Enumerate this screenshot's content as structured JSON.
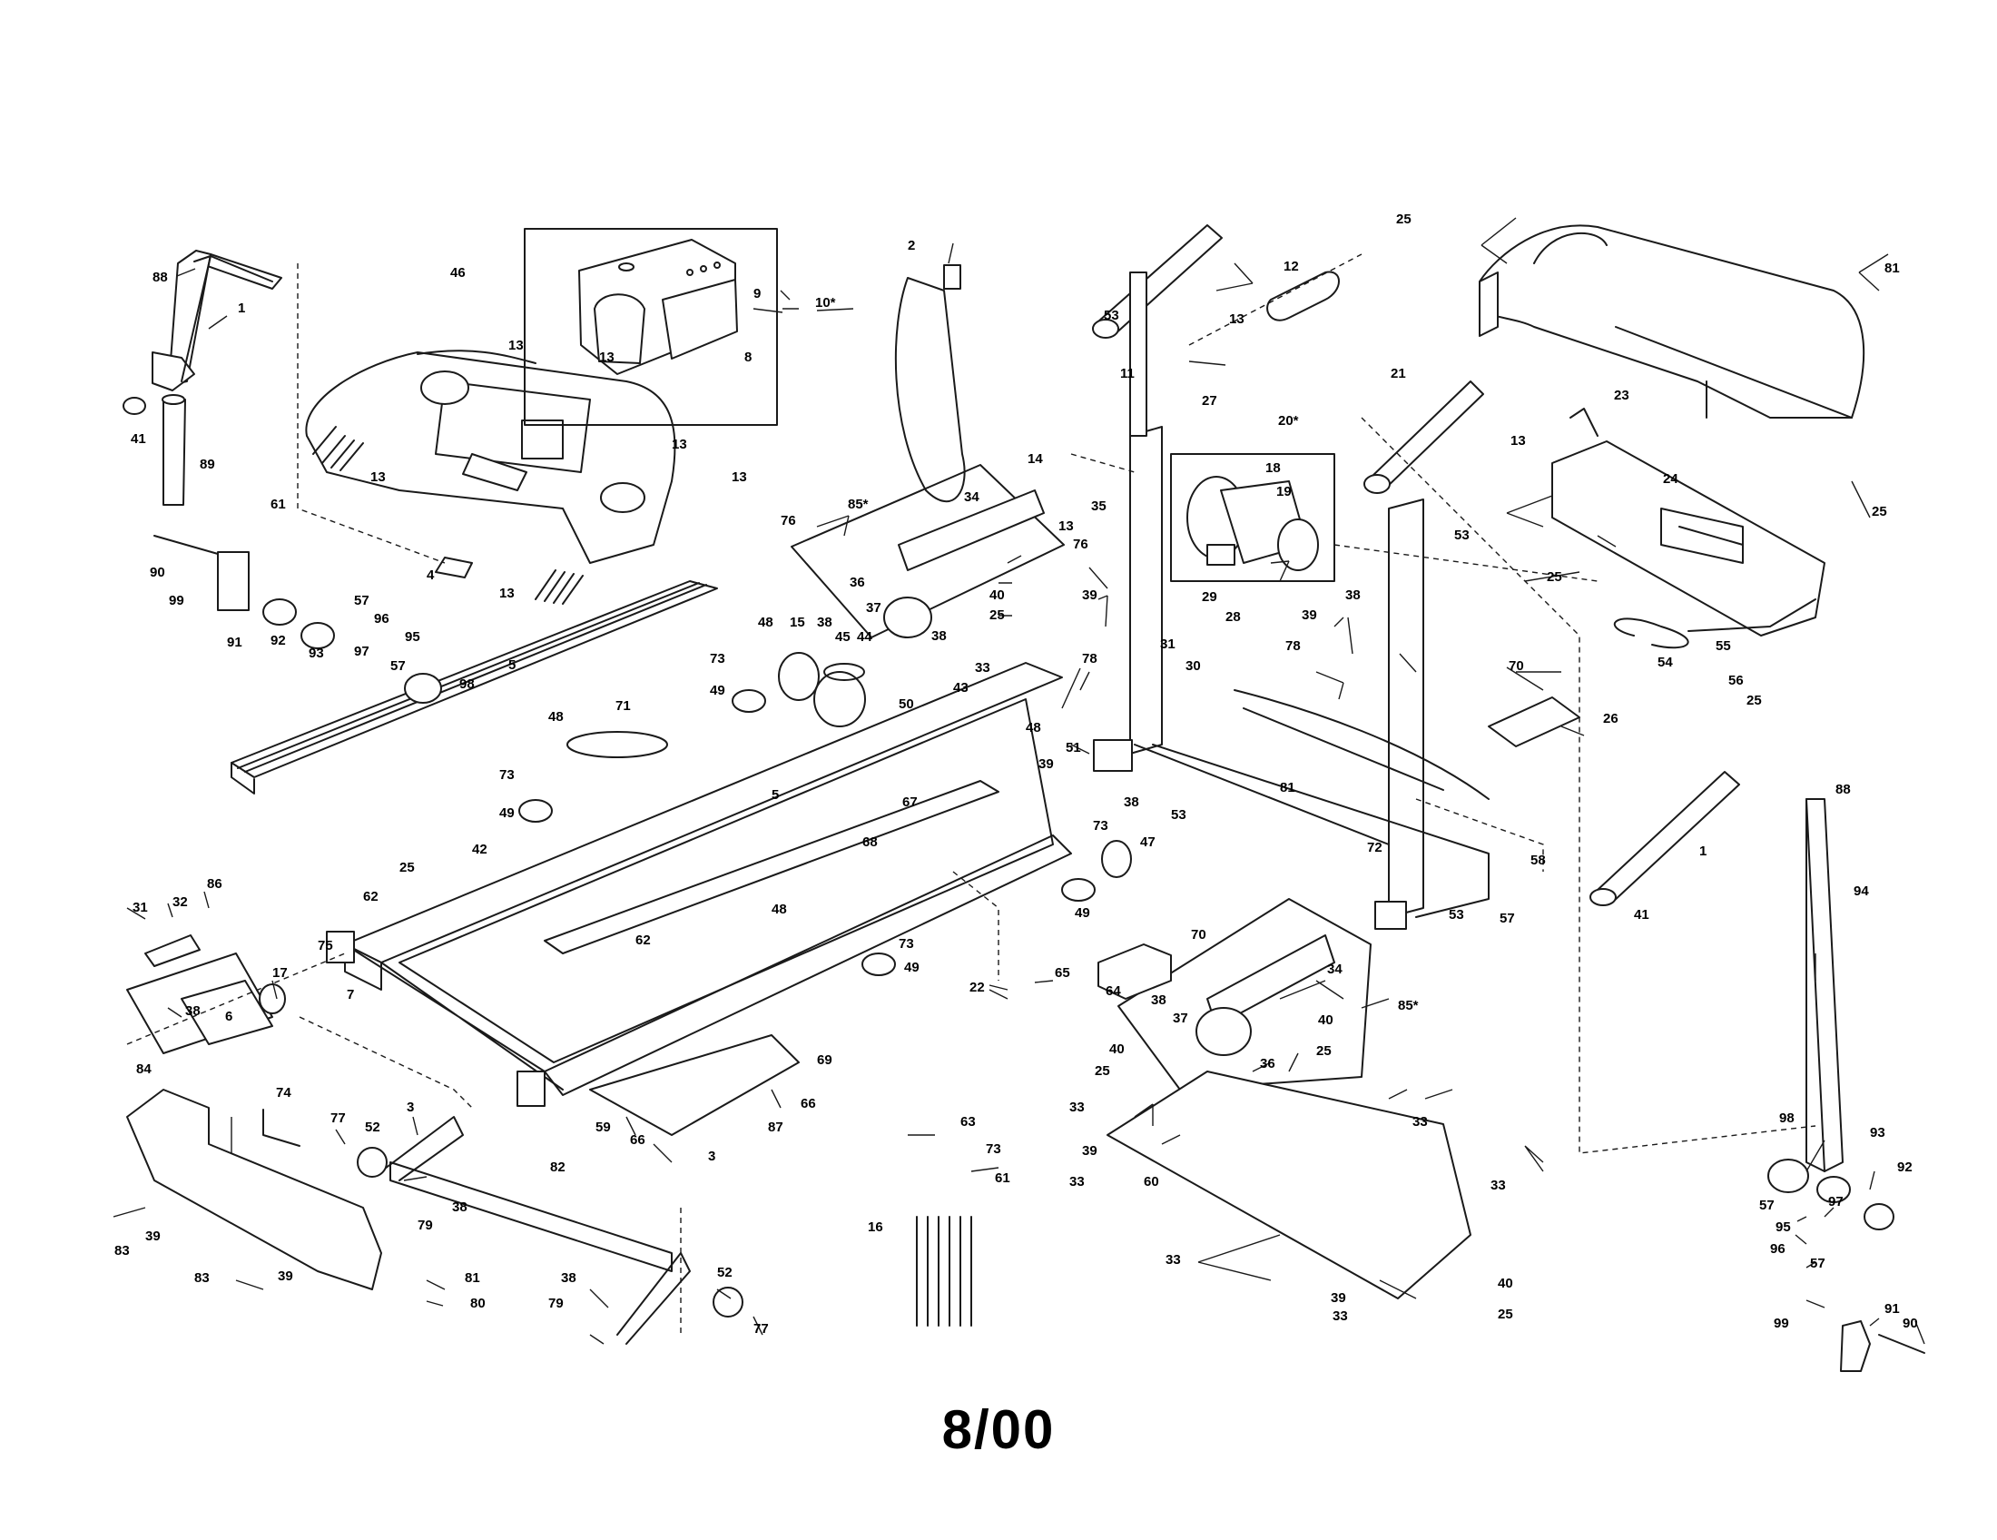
{
  "diagram_code": "8/00",
  "callouts": [
    {
      "id": "c-88a",
      "text": "88"
    },
    {
      "id": "c-1a",
      "text": "1"
    },
    {
      "id": "c-41a",
      "text": "41"
    },
    {
      "id": "c-89",
      "text": "89"
    },
    {
      "id": "c-46",
      "text": "46"
    },
    {
      "id": "c-13a",
      "text": "13"
    },
    {
      "id": "c-13b",
      "text": "13"
    },
    {
      "id": "c-13c",
      "text": "13"
    },
    {
      "id": "c-13d",
      "text": "13"
    },
    {
      "id": "c-13e",
      "text": "13"
    },
    {
      "id": "c-61a",
      "text": "61"
    },
    {
      "id": "c-4",
      "text": "4"
    },
    {
      "id": "c-9",
      "text": "9"
    },
    {
      "id": "c-8",
      "text": "8"
    },
    {
      "id": "c-10",
      "text": "10*"
    },
    {
      "id": "c-2",
      "text": "2"
    },
    {
      "id": "c-90a",
      "text": "90"
    },
    {
      "id": "c-99a",
      "text": "99"
    },
    {
      "id": "c-91a",
      "text": "91"
    },
    {
      "id": "c-92a",
      "text": "92"
    },
    {
      "id": "c-93a",
      "text": "93"
    },
    {
      "id": "c-57a",
      "text": "57"
    },
    {
      "id": "c-96a",
      "text": "96"
    },
    {
      "id": "c-95a",
      "text": "95"
    },
    {
      "id": "c-97a",
      "text": "97"
    },
    {
      "id": "c-57b",
      "text": "57"
    },
    {
      "id": "c-98a",
      "text": "98"
    },
    {
      "id": "c-5a",
      "text": "5"
    },
    {
      "id": "c-71",
      "text": "71"
    },
    {
      "id": "c-76a",
      "text": "76"
    },
    {
      "id": "c-13f",
      "text": "13"
    },
    {
      "id": "c-85a",
      "text": "85*"
    },
    {
      "id": "c-34a",
      "text": "34"
    },
    {
      "id": "c-36a",
      "text": "36"
    },
    {
      "id": "c-37a",
      "text": "37"
    },
    {
      "id": "c-38a",
      "text": "38"
    },
    {
      "id": "c-40a",
      "text": "40"
    },
    {
      "id": "c-25a",
      "text": "25"
    },
    {
      "id": "c-14",
      "text": "14"
    },
    {
      "id": "c-35",
      "text": "35"
    },
    {
      "id": "c-13g",
      "text": "13"
    },
    {
      "id": "c-76b",
      "text": "76"
    },
    {
      "id": "c-39a",
      "text": "39"
    },
    {
      "id": "c-78a",
      "text": "78"
    },
    {
      "id": "c-48a",
      "text": "48"
    },
    {
      "id": "c-15",
      "text": "15"
    },
    {
      "id": "c-38b",
      "text": "38"
    },
    {
      "id": "c-45",
      "text": "45"
    },
    {
      "id": "c-44",
      "text": "44"
    },
    {
      "id": "c-73a",
      "text": "73"
    },
    {
      "id": "c-49a",
      "text": "49"
    },
    {
      "id": "c-50",
      "text": "50"
    },
    {
      "id": "c-33a",
      "text": "33"
    },
    {
      "id": "c-43",
      "text": "43"
    },
    {
      "id": "c-48b",
      "text": "48"
    },
    {
      "id": "c-73b",
      "text": "73"
    },
    {
      "id": "c-49b",
      "text": "49"
    },
    {
      "id": "c-5b",
      "text": "5"
    },
    {
      "id": "c-67",
      "text": "67"
    },
    {
      "id": "c-68",
      "text": "68"
    },
    {
      "id": "c-48c",
      "text": "48"
    },
    {
      "id": "c-42",
      "text": "42"
    },
    {
      "id": "c-25b",
      "text": "25"
    },
    {
      "id": "c-62a",
      "text": "62"
    },
    {
      "id": "c-75",
      "text": "75"
    },
    {
      "id": "c-7",
      "text": "7"
    },
    {
      "id": "c-62b",
      "text": "62"
    },
    {
      "id": "c-48d",
      "text": "48"
    },
    {
      "id": "c-39b",
      "text": "39"
    },
    {
      "id": "c-51",
      "text": "51"
    },
    {
      "id": "c-38c",
      "text": "38"
    },
    {
      "id": "c-53a",
      "text": "53"
    },
    {
      "id": "c-47",
      "text": "47"
    },
    {
      "id": "c-73c",
      "text": "73"
    },
    {
      "id": "c-49c",
      "text": "49"
    },
    {
      "id": "c-73d",
      "text": "73"
    },
    {
      "id": "c-49d",
      "text": "49"
    },
    {
      "id": "c-12",
      "text": "12"
    },
    {
      "id": "c-13h",
      "text": "13"
    },
    {
      "id": "c-53b",
      "text": "53"
    },
    {
      "id": "c-11",
      "text": "11"
    },
    {
      "id": "c-27",
      "text": "27"
    },
    {
      "id": "c-20",
      "text": "20*"
    },
    {
      "id": "c-18",
      "text": "18"
    },
    {
      "id": "c-19",
      "text": "19"
    },
    {
      "id": "c-29",
      "text": "29"
    },
    {
      "id": "c-38d",
      "text": "38"
    },
    {
      "id": "c-31a",
      "text": "31"
    },
    {
      "id": "c-30",
      "text": "30"
    },
    {
      "id": "c-28",
      "text": "28"
    },
    {
      "id": "c-39c",
      "text": "39"
    },
    {
      "id": "c-78b",
      "text": "78"
    },
    {
      "id": "c-21",
      "text": "21"
    },
    {
      "id": "c-13i",
      "text": "13"
    },
    {
      "id": "c-53c",
      "text": "53"
    },
    {
      "id": "c-25c",
      "text": "25"
    },
    {
      "id": "c-81a",
      "text": "81"
    },
    {
      "id": "c-23",
      "text": "23"
    },
    {
      "id": "c-24",
      "text": "24"
    },
    {
      "id": "c-25d",
      "text": "25"
    },
    {
      "id": "c-25e",
      "text": "25"
    },
    {
      "id": "c-54",
      "text": "54"
    },
    {
      "id": "c-55",
      "text": "55"
    },
    {
      "id": "c-56",
      "text": "56"
    },
    {
      "id": "c-25f",
      "text": "25"
    },
    {
      "id": "c-70a",
      "text": "70"
    },
    {
      "id": "c-26",
      "text": "26"
    },
    {
      "id": "c-81b",
      "text": "81"
    },
    {
      "id": "c-72",
      "text": "72"
    },
    {
      "id": "c-1b",
      "text": "1"
    },
    {
      "id": "c-41b",
      "text": "41"
    },
    {
      "id": "c-88b",
      "text": "88"
    },
    {
      "id": "c-94",
      "text": "94"
    },
    {
      "id": "c-57c",
      "text": "57"
    },
    {
      "id": "c-58",
      "text": "58"
    },
    {
      "id": "c-53d",
      "text": "53"
    },
    {
      "id": "c-70b",
      "text": "70"
    },
    {
      "id": "c-64",
      "text": "64"
    },
    {
      "id": "c-34b",
      "text": "34"
    },
    {
      "id": "c-85b",
      "text": "85*"
    },
    {
      "id": "c-38e",
      "text": "38"
    },
    {
      "id": "c-37b",
      "text": "37"
    },
    {
      "id": "c-36b",
      "text": "36"
    },
    {
      "id": "c-40b",
      "text": "40"
    },
    {
      "id": "c-25g",
      "text": "25"
    },
    {
      "id": "c-40c",
      "text": "40"
    },
    {
      "id": "c-25h",
      "text": "25"
    },
    {
      "id": "c-33b",
      "text": "33"
    },
    {
      "id": "c-33c",
      "text": "33"
    },
    {
      "id": "c-39d",
      "text": "39"
    },
    {
      "id": "c-33d",
      "text": "33"
    },
    {
      "id": "c-60",
      "text": "60"
    },
    {
      "id": "c-33e",
      "text": "33"
    },
    {
      "id": "c-33f",
      "text": "33"
    },
    {
      "id": "c-39e",
      "text": "39"
    },
    {
      "id": "c-33g",
      "text": "33"
    },
    {
      "id": "c-40d",
      "text": "40"
    },
    {
      "id": "c-25i",
      "text": "25"
    },
    {
      "id": "c-22",
      "text": "22"
    },
    {
      "id": "c-65",
      "text": "65"
    },
    {
      "id": "c-63",
      "text": "63"
    },
    {
      "id": "c-73e",
      "text": "73"
    },
    {
      "id": "c-61b",
      "text": "61"
    },
    {
      "id": "c-16",
      "text": "16"
    },
    {
      "id": "c-31b",
      "text": "31"
    },
    {
      "id": "c-32",
      "text": "32"
    },
    {
      "id": "c-86",
      "text": "86"
    },
    {
      "id": "c-17",
      "text": "17"
    },
    {
      "id": "c-38f",
      "text": "38"
    },
    {
      "id": "c-6",
      "text": "6"
    },
    {
      "id": "c-84",
      "text": "84"
    },
    {
      "id": "c-74",
      "text": "74"
    },
    {
      "id": "c-77a",
      "text": "77"
    },
    {
      "id": "c-52a",
      "text": "52"
    },
    {
      "id": "c-3a",
      "text": "3"
    },
    {
      "id": "c-38g",
      "text": "38"
    },
    {
      "id": "c-79a",
      "text": "79"
    },
    {
      "id": "c-83a",
      "text": "83"
    },
    {
      "id": "c-39f",
      "text": "39"
    },
    {
      "id": "c-83b",
      "text": "83"
    },
    {
      "id": "c-39g",
      "text": "39"
    },
    {
      "id": "c-81c",
      "text": "81"
    },
    {
      "id": "c-80",
      "text": "80"
    },
    {
      "id": "c-82",
      "text": "82"
    },
    {
      "id": "c-38h",
      "text": "38"
    },
    {
      "id": "c-79b",
      "text": "79"
    },
    {
      "id": "c-52b",
      "text": "52"
    },
    {
      "id": "c-77b",
      "text": "77"
    },
    {
      "id": "c-59",
      "text": "59"
    },
    {
      "id": "c-66a",
      "text": "66"
    },
    {
      "id": "c-3b",
      "text": "3"
    },
    {
      "id": "c-66b",
      "text": "66"
    },
    {
      "id": "c-87",
      "text": "87"
    },
    {
      "id": "c-69",
      "text": "69"
    },
    {
      "id": "c-98b",
      "text": "98"
    },
    {
      "id": "c-93b",
      "text": "93"
    },
    {
      "id": "c-92b",
      "text": "92"
    },
    {
      "id": "c-97b",
      "text": "97"
    },
    {
      "id": "c-57d",
      "text": "57"
    },
    {
      "id": "c-95b",
      "text": "95"
    },
    {
      "id": "c-96b",
      "text": "96"
    },
    {
      "id": "c-57e",
      "text": "57"
    },
    {
      "id": "c-91b",
      "text": "91"
    },
    {
      "id": "c-90b",
      "text": "90"
    },
    {
      "id": "c-99b",
      "text": "99"
    }
  ]
}
